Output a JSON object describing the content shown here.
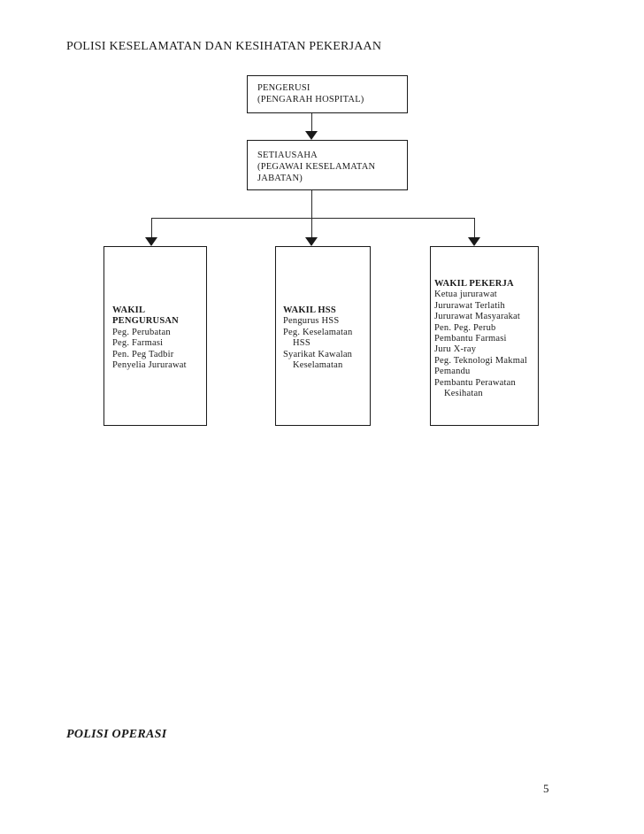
{
  "page": {
    "title": "POLISI KESELAMATAN DAN KESIHATAN PEKERJAAN",
    "section_heading": "POLISI OPERASI",
    "page_number": "5"
  },
  "org_chart": {
    "chairman": {
      "line1": "PENGERUSI",
      "line2": "(PENGARAH HOSPITAL)"
    },
    "secretary": {
      "line1": "SETIAUSAHA",
      "line2": "(PEGAWAI KESELAMATAN JABATAN)"
    },
    "branches": [
      {
        "heading": "WAKIL PENGURUSAN",
        "members": [
          "Peg. Perubatan",
          "Peg. Farmasi",
          "Pen. Peg Tadbir",
          "Penyelia Jururawat"
        ]
      },
      {
        "heading": "WAKIL HSS",
        "members": [
          "Pengurus HSS",
          "Peg. Keselamatan HSS",
          "Syarikat Kawalan Keselamatan"
        ]
      },
      {
        "heading": "WAKIL PEKERJA",
        "members": [
          "Ketua jururawat",
          "Jururawat Terlatih",
          "Jururawat Masyarakat",
          "Pen. Peg. Perub",
          "Pembantu Farmasi",
          "Juru X-ray",
          "Peg. Teknologi Makmal",
          "Pemandu",
          "Pembantu Perawatan Kesihatan"
        ]
      }
    ]
  },
  "colors": {
    "background": "#ffffff",
    "text": "#1a1a1a",
    "line": "#2a2a2a"
  }
}
